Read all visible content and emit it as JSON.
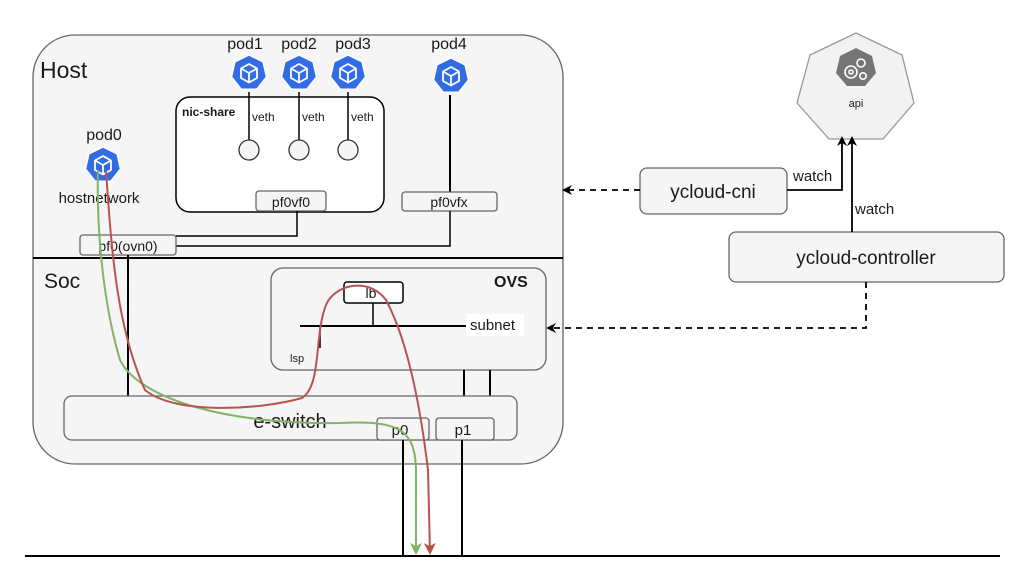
{
  "host": {
    "label": "Host"
  },
  "soc": {
    "label": "Soc"
  },
  "pods": {
    "pod0": "pod0",
    "pod1": "pod1",
    "pod2": "pod2",
    "pod3": "pod3",
    "pod4": "pod4"
  },
  "hostnetwork": "hostnetwork",
  "nic_share": {
    "label": "nic-share",
    "veth_labels": [
      "veth",
      "veth",
      "veth"
    ],
    "port": "pf0vf0"
  },
  "ports": {
    "pf0vfx": "pf0vfx",
    "pf0": "pf0(ovn0)",
    "p0": "p0",
    "p1": "p1"
  },
  "ovs": {
    "label": "OVS",
    "lb": "lb",
    "subnet": "subnet",
    "lsp": "lsp"
  },
  "eswitch": "e-switch",
  "api": "api",
  "ycloud_cni": "ycloud-cni",
  "ycloud_controller": "ycloud-controller",
  "watch_labels": [
    "watch",
    "watch"
  ],
  "colors": {
    "pod_blue": "#326ce5",
    "flow_red": "#b85450",
    "flow_green": "#82b366",
    "box_fill": "#f5f5f5",
    "box_stroke": "#666666",
    "api_fill": "#f2f2f2",
    "api_icon": "#757575"
  }
}
